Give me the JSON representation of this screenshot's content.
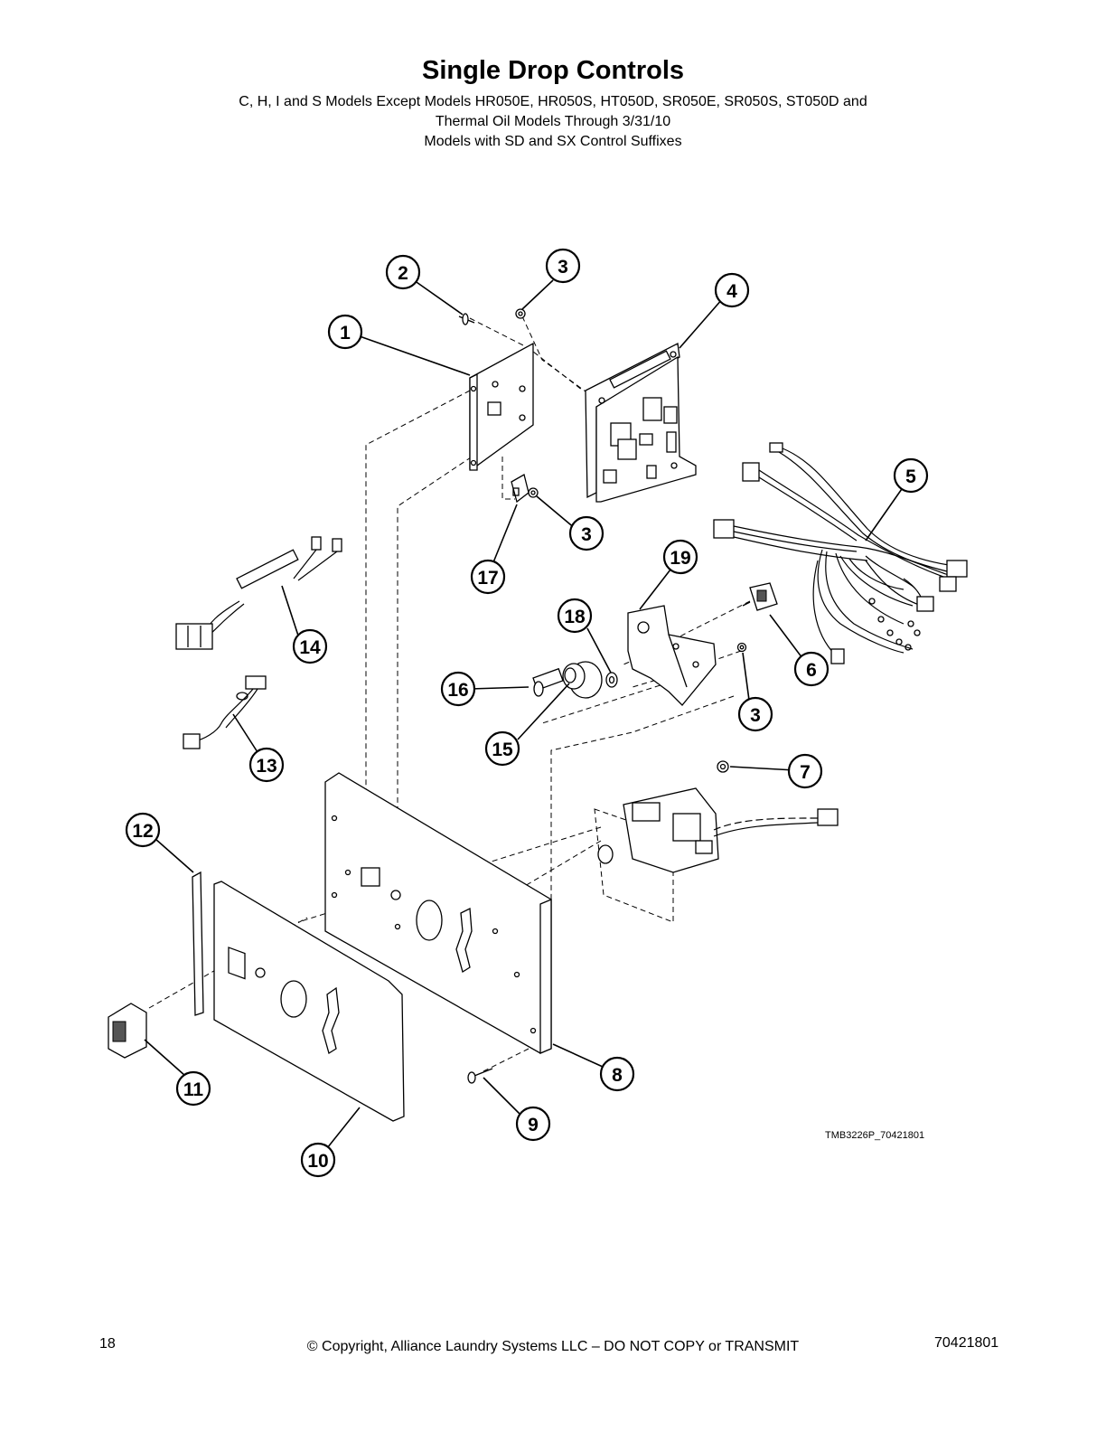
{
  "header": {
    "title": "Single Drop Controls",
    "subtitle_line1": "C, H, I and S Models Except Models HR050E, HR050S, HT050D, SR050E, SR050S, ST050D and",
    "subtitle_line2": "Thermal Oil Models Through 3/31/10",
    "subtitle_line3": "Models with SD and SX Control Suffixes"
  },
  "diagram": {
    "drawing_code": "TMB3226P_70421801",
    "callouts": [
      "1",
      "2",
      "3",
      "3",
      "3",
      "4",
      "5",
      "6",
      "7",
      "8",
      "9",
      "10",
      "11",
      "12",
      "13",
      "14",
      "15",
      "16",
      "17",
      "18",
      "19"
    ]
  },
  "footer": {
    "page_number": "18",
    "copyright": "© Copyright, Alliance Laundry Systems LLC – DO NOT COPY or TRANSMIT",
    "document_number": "70421801"
  }
}
